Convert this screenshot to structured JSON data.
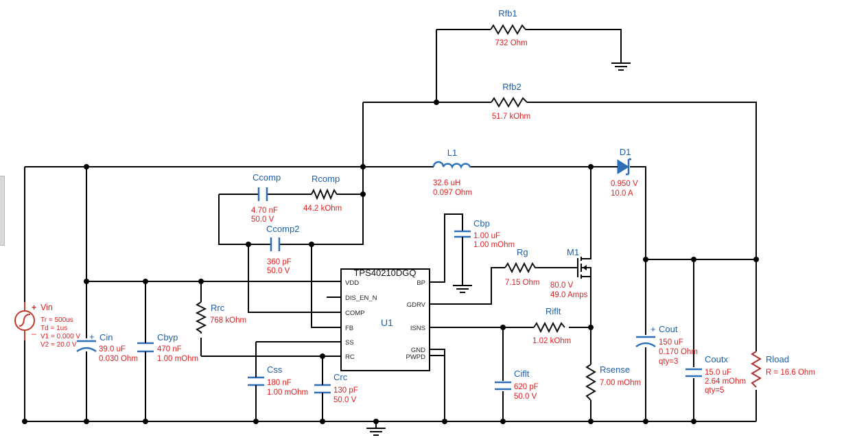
{
  "vin": {
    "name": "Vin",
    "plus": "+",
    "minus": "_",
    "tr": "Tr = 500us",
    "td": "Td = 1us",
    "v1": "V1 = 0.000 V",
    "v2": "V2 = 20.0 V"
  },
  "cin": {
    "name": "Cin",
    "plus": "+",
    "v1": "39.0 uF",
    "v2": "0.030 Ohm"
  },
  "cbyp": {
    "name": "Cbyp",
    "v1": "470 nF",
    "v2": "1.00 mOhm"
  },
  "rrc": {
    "name": "Rrc",
    "v1": "768 kOhm"
  },
  "css": {
    "name": "Css",
    "v1": "180 nF",
    "v2": "1.00 mOhm"
  },
  "crc": {
    "name": "Crc",
    "v1": "130 pF",
    "v2": "50.0 V"
  },
  "ccomp": {
    "name": "Ccomp",
    "v1": "4.70 nF",
    "v2": "50.0 V"
  },
  "rcomp": {
    "name": "Rcomp",
    "v1": "44.2 kOhm"
  },
  "ccomp2": {
    "name": "Ccomp2",
    "v1": "360 pF",
    "v2": "50.0 V"
  },
  "cbp": {
    "name": "Cbp",
    "v1": "1.00 uF",
    "v2": "1.00 mOhm"
  },
  "l1": {
    "name": "L1",
    "v1": "32.6 uH",
    "v2": "0.097 Ohm"
  },
  "d1": {
    "name": "D1",
    "v1": "0.950 V",
    "v2": "10.0 A"
  },
  "rfb1": {
    "name": "Rfb1",
    "v1": "732 Ohm"
  },
  "rfb2": {
    "name": "Rfb2",
    "v1": "51.7 kOhm"
  },
  "rg": {
    "name": "Rg",
    "v1": "7.15 Ohm"
  },
  "m1": {
    "name": "M1",
    "v1": "80.0 V",
    "v2": "49.0 Amps"
  },
  "riflt": {
    "name": "Riflt",
    "v1": "1.02 kOhm"
  },
  "ciflt": {
    "name": "Ciflt",
    "v1": "620 pF",
    "v2": "50.0 V"
  },
  "rsense": {
    "name": "Rsense",
    "v1": "7.00 mOhm"
  },
  "cout": {
    "name": "Cout",
    "plus": "+",
    "v1": "150 uF",
    "v2": "0.170 Ohm",
    "v3": "qty=3"
  },
  "coutx": {
    "name": "Coutx",
    "v1": "15.0 uF",
    "v2": "2.64 mOhm",
    "v3": "qty=5"
  },
  "rload": {
    "name": "Rload",
    "v1": "R = 16.6 Ohm"
  },
  "ic": {
    "part": "TPS40210DGQ",
    "ref": "U1",
    "pins": {
      "vdd": "VDD",
      "dis": "DIS_EN_N",
      "comp": "COMP",
      "fb": "FB",
      "ss": "SS",
      "rc": "RC",
      "bp": "BP",
      "gdrv": "GDRV",
      "isns": "ISNS",
      "gnd": "GND",
      "pwpd": "PWPD"
    }
  },
  "colors": {
    "wire": "#000000",
    "component_name": "#1f5fa8",
    "component_value": "#e02020",
    "capacitor": "#2c6fb6",
    "source": "#c0392b"
  }
}
